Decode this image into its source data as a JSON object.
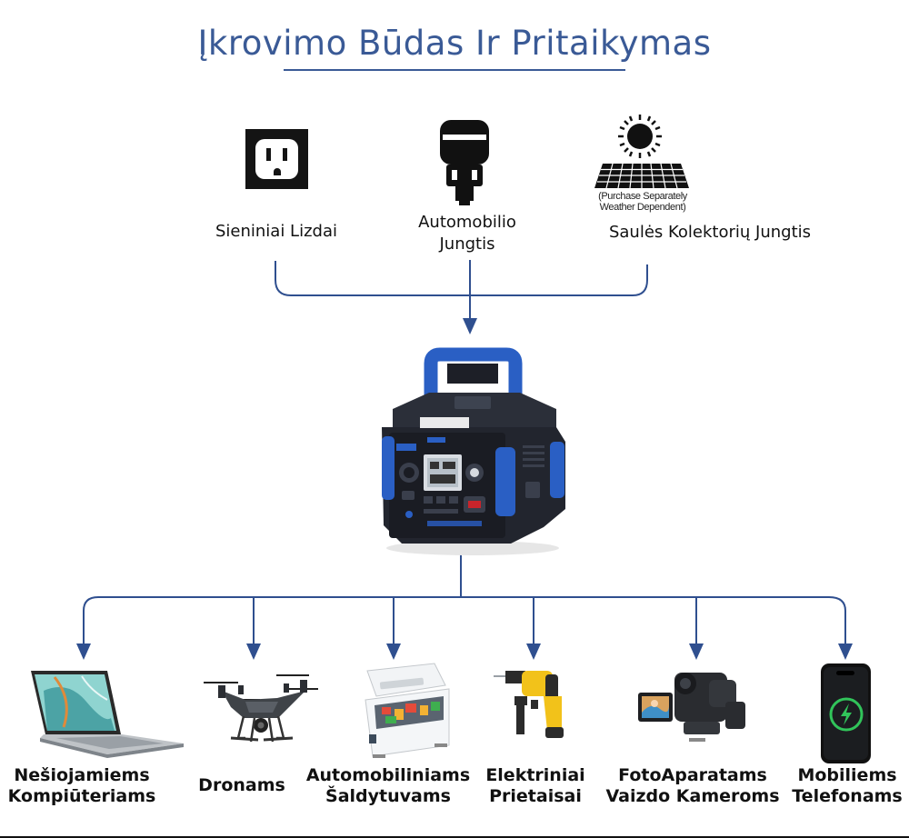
{
  "title": "Įkrovimo Būdas Ir Pritaikymas",
  "colors": {
    "title": "#3a5a96",
    "connector": "#2f4f8f",
    "accent_blue": "#2a5fc4"
  },
  "sources": [
    {
      "id": "wall",
      "icon": "wall-outlet-icon",
      "label": "Sieniniai Lizdai"
    },
    {
      "id": "car",
      "icon": "car-charger-icon",
      "label_line1": "Automobilio",
      "label_line2": "Jungtis"
    },
    {
      "id": "solar",
      "icon": "solar-panel-icon",
      "label": "Saulės Kolektorių Jungtis",
      "note_line1": "(Purchase Separately",
      "note_line2": "Weather Dependent)"
    }
  ],
  "center": {
    "icon": "power-station-icon"
  },
  "devices": [
    {
      "id": "laptop",
      "icon": "laptop-icon",
      "line1": "Nešiojamiems",
      "line2": "Kompiūteriams"
    },
    {
      "id": "drone",
      "icon": "drone-icon",
      "line1": "Dronams",
      "line2": ""
    },
    {
      "id": "fridge",
      "icon": "car-fridge-icon",
      "line1": "Automobiliniams",
      "line2": "Šaldytuvams"
    },
    {
      "id": "drill",
      "icon": "power-drill-icon",
      "line1": "Elektriniai",
      "line2": "Prietaisai"
    },
    {
      "id": "camera",
      "icon": "video-camera-icon",
      "line1": "FotoAparatams",
      "line2": "Vaizdo Kameroms"
    },
    {
      "id": "phone",
      "icon": "smartphone-icon",
      "line1": "Mobiliems",
      "line2": "Telefonams"
    }
  ]
}
